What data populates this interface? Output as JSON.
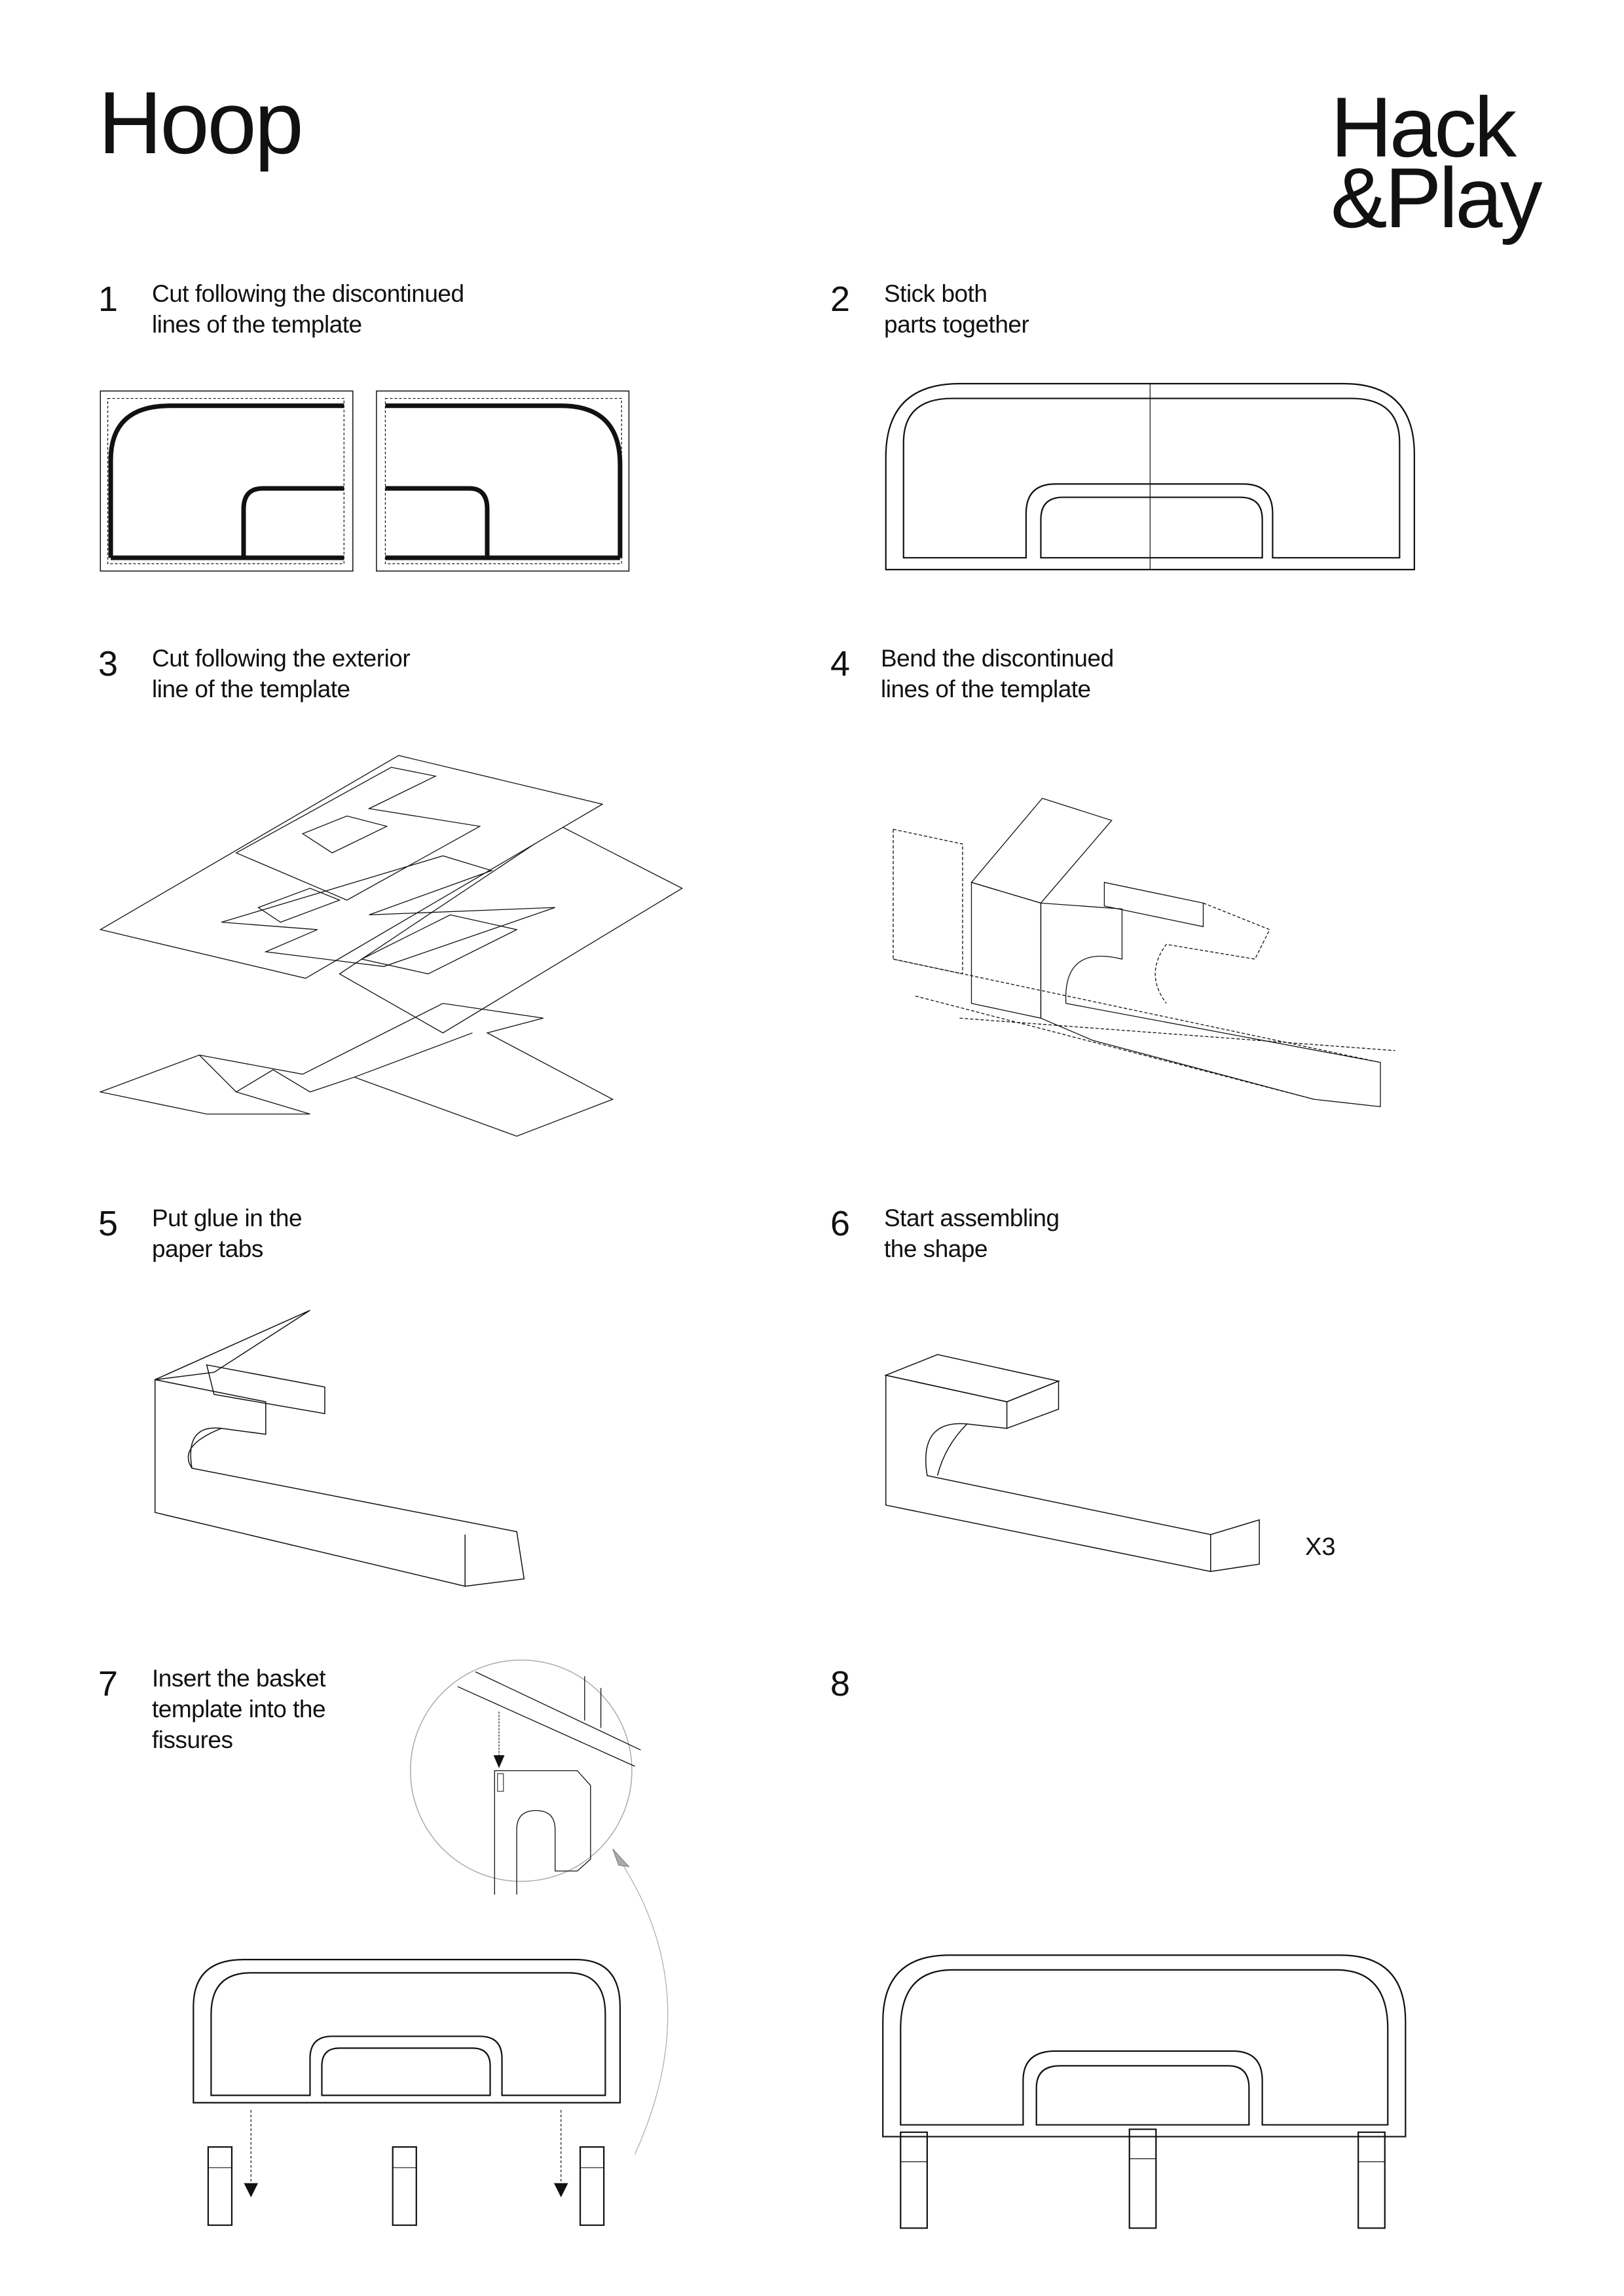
{
  "title": "Hoop",
  "logo": {
    "line1": "Hack",
    "line2": "&Play"
  },
  "steps": [
    {
      "number": "1",
      "text": "Cut following the discontinued\nlines of the template"
    },
    {
      "number": "2",
      "text": "Stick both\nparts together"
    },
    {
      "number": "3",
      "text": "Cut following the exterior\nline of the template"
    },
    {
      "number": "4",
      "text": "Bend the discontinued\nlines of the template"
    },
    {
      "number": "5",
      "text": "Put glue in the\npaper tabs"
    },
    {
      "number": "6",
      "text": "Start assembling\nthe shape"
    },
    {
      "number": "7",
      "text": "Insert the basket\ntemplate into the\nfissures"
    },
    {
      "number": "8",
      "text": ""
    }
  ],
  "step6_multiplier": "X3"
}
